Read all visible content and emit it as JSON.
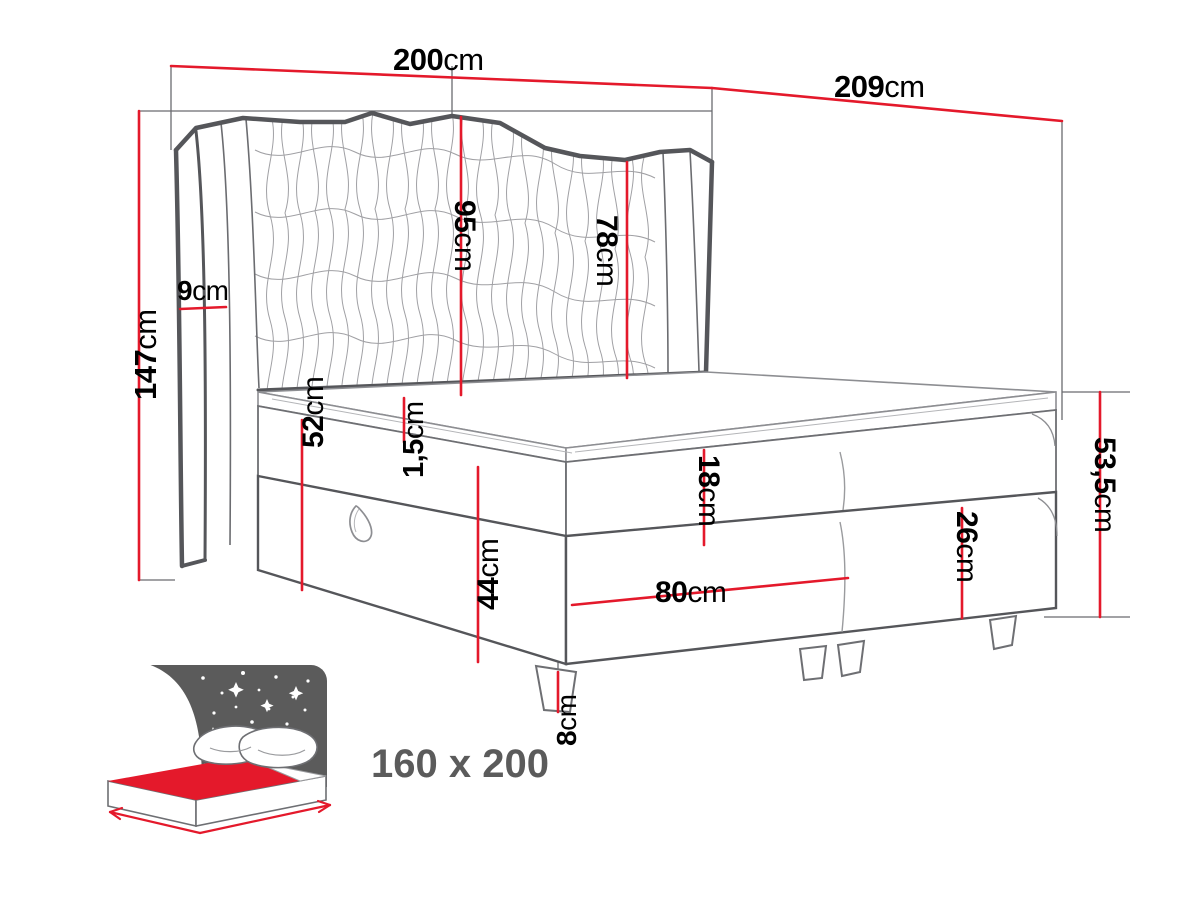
{
  "drawing": {
    "type": "furniture-dimension-diagram",
    "product": "upholstered boxspring bed with tufted headboard",
    "colors": {
      "dimension_red": "#e4192b",
      "outline_dark": "#55565a",
      "outline_light": "#8d8e92",
      "quilt_line": "#9a9a9e",
      "guide_line": "#6a6b6f",
      "label_black": "#000000",
      "mattress_label_gray": "#5b5b5b",
      "icon_gray": "#5b5b5b",
      "icon_red": "#e4192b",
      "background": "#ffffff"
    },
    "unit": "cm"
  },
  "dimensions": {
    "overall_width": {
      "value": "200",
      "unit": "cm",
      "orientation": "horizontal"
    },
    "overall_depth": {
      "value": "209",
      "unit": "cm",
      "orientation": "horizontal"
    },
    "overall_height": {
      "value": "147",
      "unit": "cm",
      "orientation": "vertical"
    },
    "headboard_thickness": {
      "value": "9",
      "unit": "cm",
      "orientation": "horizontal"
    },
    "headboard_height_center": {
      "value": "95",
      "unit": "cm",
      "orientation": "vertical"
    },
    "headboard_height_side": {
      "value": "78",
      "unit": "cm",
      "orientation": "vertical"
    },
    "base_total_height": {
      "value": "52",
      "unit": "cm",
      "orientation": "vertical"
    },
    "topper_thickness": {
      "value": "1,5",
      "unit": "cm",
      "orientation": "vertical"
    },
    "mattress_to_floor": {
      "value": "44",
      "unit": "cm",
      "orientation": "vertical"
    },
    "mattress_thickness": {
      "value": "18",
      "unit": "cm",
      "orientation": "vertical"
    },
    "box_width_segment": {
      "value": "80",
      "unit": "cm",
      "orientation": "horizontal"
    },
    "box_height": {
      "value": "26",
      "unit": "cm",
      "orientation": "vertical"
    },
    "side_total_height": {
      "value": "53,5",
      "unit": "cm",
      "orientation": "vertical"
    },
    "leg_height": {
      "value": "8",
      "unit": "cm",
      "orientation": "vertical"
    }
  },
  "mattress_icon": {
    "size_label": "160 x 200",
    "description": "bed with red mattress, two pillows and starry night backdrop"
  }
}
